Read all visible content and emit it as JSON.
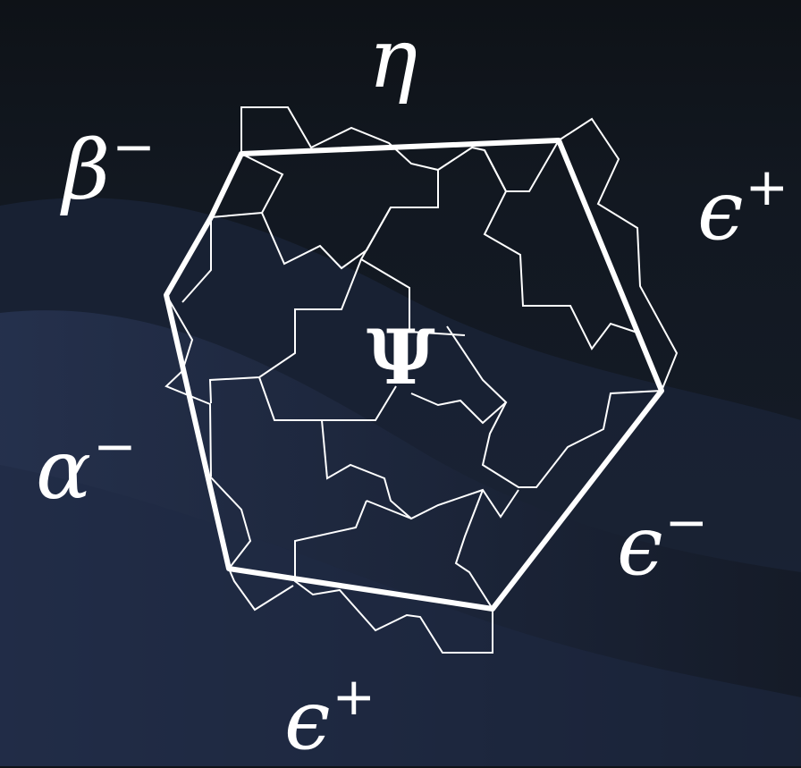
{
  "center": {
    "symbol": "Ψ"
  },
  "labels": {
    "top": {
      "base": "η",
      "sup": ""
    },
    "top_left": {
      "base": "β",
      "sup": "−"
    },
    "right_upper": {
      "base": "ϵ",
      "sup": "+"
    },
    "left": {
      "base": "α",
      "sup": "−"
    },
    "right_lower": {
      "base": "ϵ",
      "sup": "−"
    },
    "bottom": {
      "base": "ϵ",
      "sup": "+"
    }
  },
  "colors": {
    "background_top": "#0f1419",
    "background_band": "#1c2740",
    "background_bottom": "#1a2336",
    "lines": "#ffffff"
  }
}
